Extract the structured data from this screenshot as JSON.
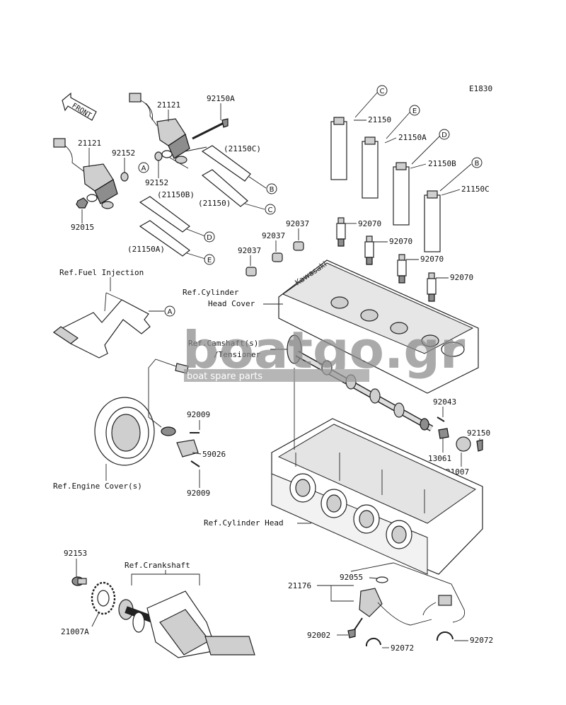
{
  "diagram_code": "E1830",
  "front_label": "FRONT",
  "watermark": {
    "brand": "boatgo.gr",
    "tagline": "boat spare parts"
  },
  "references": {
    "fuel_injection": "Ref.Fuel Injection",
    "cyl_head_cover_1": "Ref.Cylinder",
    "cyl_head_cover_2": "Head Cover",
    "camshaft_1": "Ref.Camshaft(s)",
    "camshaft_2": "/Tensioner",
    "engine_cover": "Ref.Engine Cover(s)",
    "cylinder_head": "Ref.Cylinder Head",
    "crankshaft": "Ref.Crankshaft"
  },
  "parts": {
    "p21121a": "21121",
    "p21121b": "21121",
    "p92150A": "92150A",
    "p92152a": "92152",
    "p92152b": "92152",
    "p92015": "92015",
    "p21150C_paren": "(21150C)",
    "p21150_paren": "(21150)",
    "p21150B_paren": "(21150B)",
    "p21150A_paren": "(21150A)",
    "p21150": "21150",
    "p21150A": "21150A",
    "p21150B": "21150B",
    "p21150C": "21150C",
    "p92070a": "92070",
    "p92070b": "92070",
    "p92070c": "92070",
    "p92070d": "92070",
    "p92037a": "92037",
    "p92037b": "92037",
    "p92037c": "92037",
    "p92009a": "92009",
    "p92009b": "92009",
    "p59026": "59026",
    "p92043": "92043",
    "p13061": "13061",
    "p21007": "21007",
    "p92150": "92150",
    "p92153": "92153",
    "p21007A": "21007A",
    "p21176": "21176",
    "p92055": "92055",
    "p92002": "92002",
    "p92072a": "92072",
    "p92072b": "92072"
  },
  "callouts": {
    "A": "A",
    "B": "B",
    "C": "C",
    "D": "D",
    "E": "E"
  },
  "colors": {
    "line": "#222222",
    "watermark": "#8a8a8a",
    "watermark_band": "#9a9a9a"
  }
}
